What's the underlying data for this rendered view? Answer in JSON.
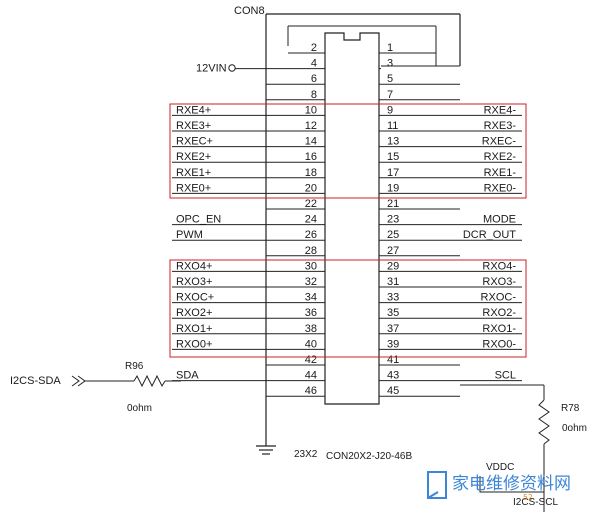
{
  "connector": {
    "ref": "CON8",
    "part": "CON20X2-J20-46B",
    "size": "23X2"
  },
  "pins": [
    {
      "l": "2",
      "r": "1",
      "ln": "",
      "rn": ""
    },
    {
      "l": "4",
      "r": "3",
      "ln": "12VIN",
      "rn": ""
    },
    {
      "l": "6",
      "r": "5",
      "ln": "",
      "rn": ""
    },
    {
      "l": "8",
      "r": "7",
      "ln": "",
      "rn": ""
    },
    {
      "l": "10",
      "r": "9",
      "ln": "RXE4+",
      "rn": "RXE4-"
    },
    {
      "l": "12",
      "r": "11",
      "ln": "RXE3+",
      "rn": "RXE3-"
    },
    {
      "l": "14",
      "r": "13",
      "ln": "RXEC+",
      "rn": "RXEC-"
    },
    {
      "l": "16",
      "r": "15",
      "ln": "RXE2+",
      "rn": "RXE2-"
    },
    {
      "l": "18",
      "r": "17",
      "ln": "RXE1+",
      "rn": "RXE1-"
    },
    {
      "l": "20",
      "r": "19",
      "ln": "RXE0+",
      "rn": "RXE0-"
    },
    {
      "l": "22",
      "r": "21",
      "ln": "",
      "rn": ""
    },
    {
      "l": "24",
      "r": "23",
      "ln": "OPC_EN",
      "rn": "MODE"
    },
    {
      "l": "26",
      "r": "25",
      "ln": "PWM",
      "rn": "DCR_OUT"
    },
    {
      "l": "28",
      "r": "27",
      "ln": "",
      "rn": ""
    },
    {
      "l": "30",
      "r": "29",
      "ln": "RXO4+",
      "rn": "RXO4-"
    },
    {
      "l": "32",
      "r": "31",
      "ln": "RXO3+",
      "rn": "RXO3-"
    },
    {
      "l": "34",
      "r": "33",
      "ln": "RXOC+",
      "rn": "RXOC-"
    },
    {
      "l": "36",
      "r": "35",
      "ln": "RXO2+",
      "rn": "RXO2-"
    },
    {
      "l": "38",
      "r": "37",
      "ln": "RXO1+",
      "rn": "RXO1-"
    },
    {
      "l": "40",
      "r": "39",
      "ln": "RXO0+",
      "rn": "RXO0-"
    },
    {
      "l": "42",
      "r": "41",
      "ln": "",
      "rn": ""
    },
    {
      "l": "44",
      "r": "43",
      "ln": "SDA",
      "rn": "SCL"
    },
    {
      "l": "46",
      "r": "45",
      "ln": "",
      "rn": ""
    }
  ],
  "i2c": {
    "sda_port": "I2CS-SDA",
    "r96_ref": "R96",
    "r96_value": "0ohm",
    "r78_ref": "R78",
    "r78_value": "0ohm",
    "vddc": "VDDC",
    "scl_port": "I2CS-SCL"
  },
  "colors": {
    "highlight_box": "#c8202a",
    "wire": "#222222",
    "watermark": "#3d86d6"
  },
  "watermark": {
    "text": "家电维修资料网",
    "url": "52"
  }
}
